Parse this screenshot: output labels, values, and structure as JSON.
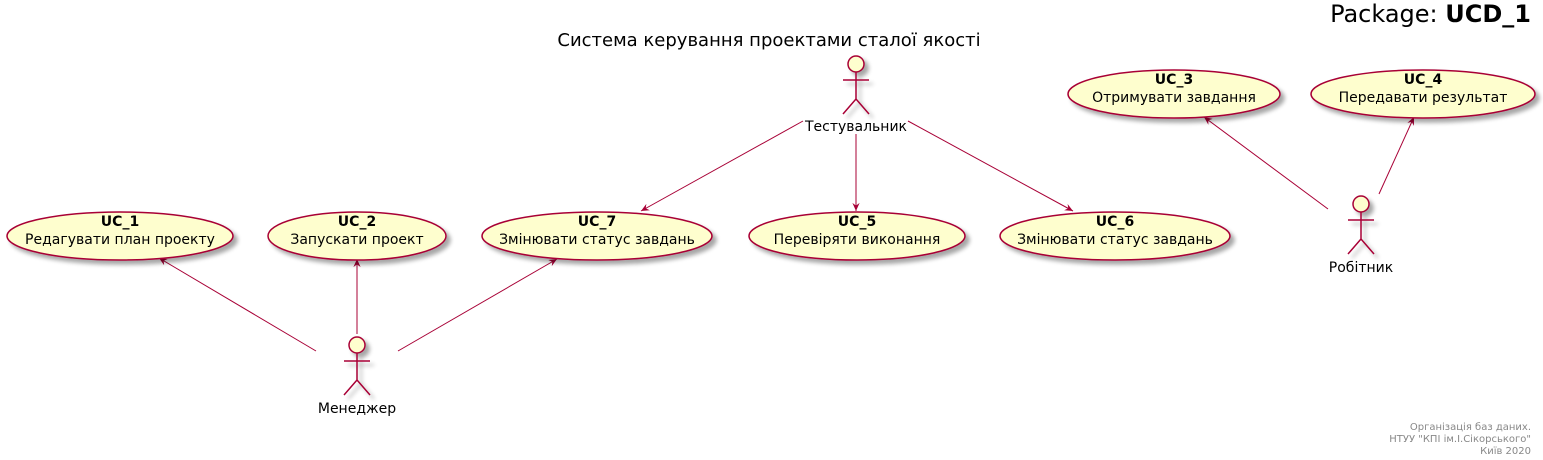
{
  "header": {
    "package_prefix": "Package: ",
    "package_name": "UCD_1",
    "title": "Система керування проектами сталої якості"
  },
  "colors": {
    "line": "#A80036",
    "fill": "#FEFECE",
    "shadow": "#d7d7d7",
    "footer": "#888888"
  },
  "use_cases": [
    {
      "key": "uc1",
      "name": "UC_1",
      "desc": "Редагувати план проекту"
    },
    {
      "key": "uc2",
      "name": "UC_2",
      "desc": "Запускати проект"
    },
    {
      "key": "uc7",
      "name": "UC_7",
      "desc": "Змінювати статус завдань"
    },
    {
      "key": "uc5",
      "name": "UC_5",
      "desc": "Перевіряти виконання"
    },
    {
      "key": "uc6",
      "name": "UC_6",
      "desc": "Змінювати статус завдань"
    },
    {
      "key": "uc3",
      "name": "UC_3",
      "desc": "Отримувати завдання"
    },
    {
      "key": "uc4",
      "name": "UC_4",
      "desc": "Передавати результат"
    }
  ],
  "actors": [
    {
      "key": "tester",
      "label": "Тестувальник"
    },
    {
      "key": "manager",
      "label": "Менеджер"
    },
    {
      "key": "worker",
      "label": "Робітник"
    }
  ],
  "links": [
    {
      "from": "tester",
      "to": "uc7"
    },
    {
      "from": "tester",
      "to": "uc5"
    },
    {
      "from": "tester",
      "to": "uc6"
    },
    {
      "from": "manager",
      "to": "uc1"
    },
    {
      "from": "manager",
      "to": "uc2"
    },
    {
      "from": "manager",
      "to": "uc7"
    },
    {
      "from": "worker",
      "to": "uc3"
    },
    {
      "from": "worker",
      "to": "uc4"
    }
  ],
  "footer": {
    "line1": "Організація баз даних.",
    "line2": "НТУУ \"КПІ ім.І.Сікорського\"",
    "line3": "Київ 2020"
  }
}
